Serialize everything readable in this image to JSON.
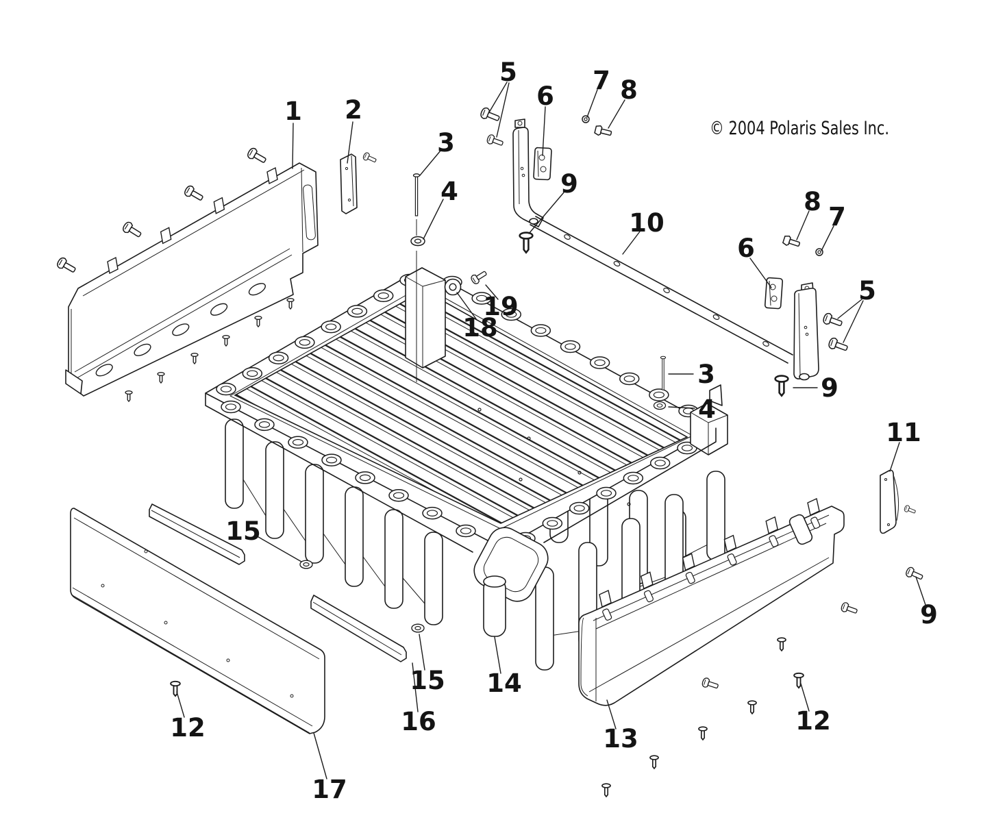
{
  "copyright": "© 2004 Polaris Sales Inc.",
  "colors": {
    "line": "#1c1c1c",
    "background": "#ffffff"
  },
  "callouts": {
    "n1": "1",
    "n2": "2",
    "n3a": "3",
    "n4a": "4",
    "n5a": "5",
    "n6a": "6",
    "n7a": "7",
    "n8a": "8",
    "n9a": "9",
    "n10": "10",
    "n8b": "8",
    "n7b": "7",
    "n6b": "6",
    "n5b": "5",
    "n3b": "3",
    "n9b": "9",
    "n4b": "4",
    "n18": "18",
    "n19": "19",
    "n11": "11",
    "n15a": "15",
    "n9c": "9",
    "n15b": "15",
    "n14": "14",
    "n16": "16",
    "n12a": "12",
    "n13": "13",
    "n12b": "12",
    "n17": "17"
  }
}
